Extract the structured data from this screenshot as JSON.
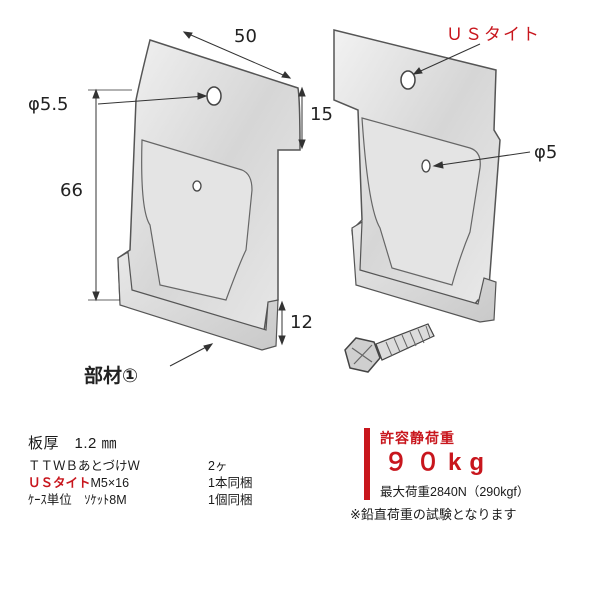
{
  "figure": {
    "dim_width": "50",
    "dim_height": "66",
    "dim_top": "15",
    "dim_bottom": "12",
    "hole_left": "φ5.5",
    "hole_right": "φ5",
    "us_tile_label": "ＵＳタイト",
    "part_label": "部材①"
  },
  "specs": {
    "thickness": "板厚　1.2 ㎜",
    "rows": [
      {
        "name": "ＴＴＷＢあとづけＷ",
        "name_red": "",
        "name_rest": "",
        "qty": "2ヶ"
      },
      {
        "name": "",
        "name_red": "ＵＳタイト",
        "name_rest": "M5×16",
        "qty": "1本同梱"
      },
      {
        "name": "ｹｰｽ単位　ｿｹｯﾄ8M",
        "name_red": "",
        "name_rest": "",
        "qty": "1個同梱"
      }
    ]
  },
  "load": {
    "title": "許容静荷重",
    "value": "９０kg",
    "max": "最大荷重2840N（290kgf）",
    "note": "※鉛直荷重の試験となります"
  },
  "colors": {
    "accent_red": "#c8161d",
    "metal": "#d9d9d9"
  }
}
